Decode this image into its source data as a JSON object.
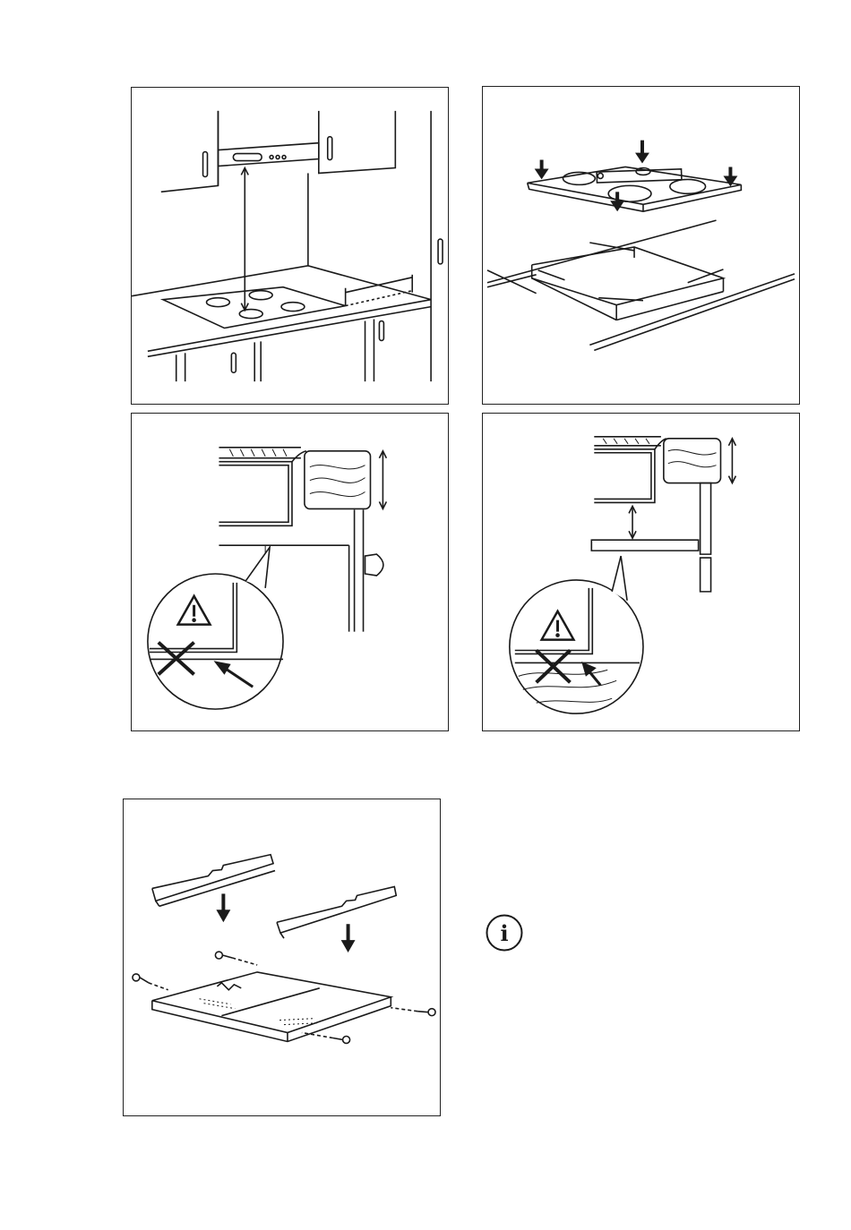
{
  "page": {
    "figures": [
      {
        "id": "hood-clearance"
      },
      {
        "id": "cutout-dimensions"
      },
      {
        "id": "oven-below-warning"
      },
      {
        "id": "shelf-below-warning"
      },
      {
        "id": "bracket-mounting"
      }
    ],
    "info_icon": {
      "glyph": "i",
      "icon": "info-icon"
    }
  }
}
